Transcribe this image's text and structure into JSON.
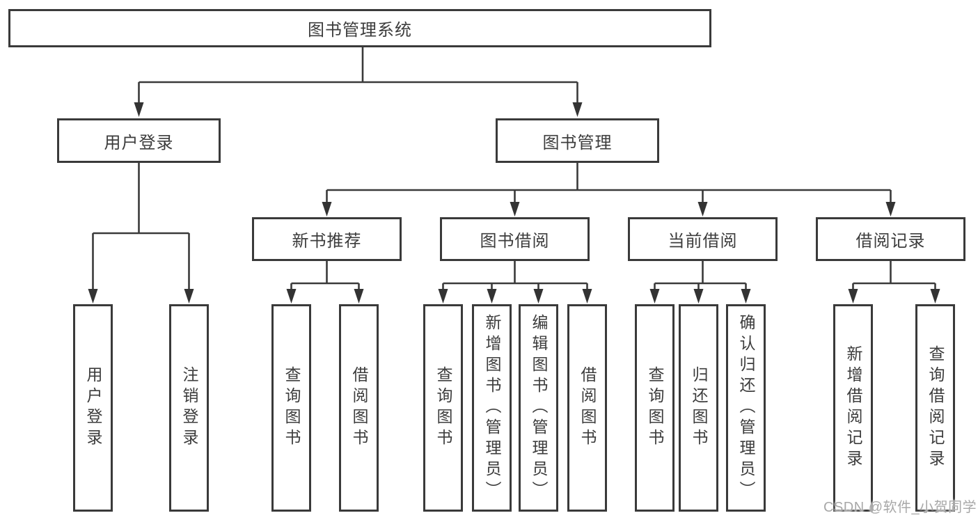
{
  "tree": {
    "root": {
      "label": "图书管理系统",
      "children": [
        {
          "label": "用户登录",
          "children": [
            {
              "label": "用户登录"
            },
            {
              "label": "注销登录"
            }
          ]
        },
        {
          "label": "图书管理",
          "children": [
            {
              "label": "新书推荐",
              "children": [
                {
                  "label": "查询图书"
                },
                {
                  "label": "借阅图书"
                }
              ]
            },
            {
              "label": "图书借阅",
              "children": [
                {
                  "label": "查询图书"
                },
                {
                  "label": "新增图书（管理员）"
                },
                {
                  "label": "编辑图书（管理员）"
                },
                {
                  "label": "借阅图书"
                }
              ]
            },
            {
              "label": "当前借阅",
              "children": [
                {
                  "label": "查询图书"
                },
                {
                  "label": "归还图书"
                },
                {
                  "label": "确认归还（管理员）"
                }
              ]
            },
            {
              "label": "借阅记录",
              "children": [
                {
                  "label": "新增借阅记录"
                },
                {
                  "label": "查询借阅记录"
                }
              ]
            }
          ]
        }
      ]
    }
  },
  "watermark": {
    "text": "CSDN @软件_小贺同学"
  },
  "colors": {
    "line": "#3a3a3a",
    "box_border": "#3a3a3a",
    "box_fill": "#ffffff",
    "text": "#3c3c3c",
    "watermark": "#a8a8a8",
    "background": "#ffffff"
  }
}
